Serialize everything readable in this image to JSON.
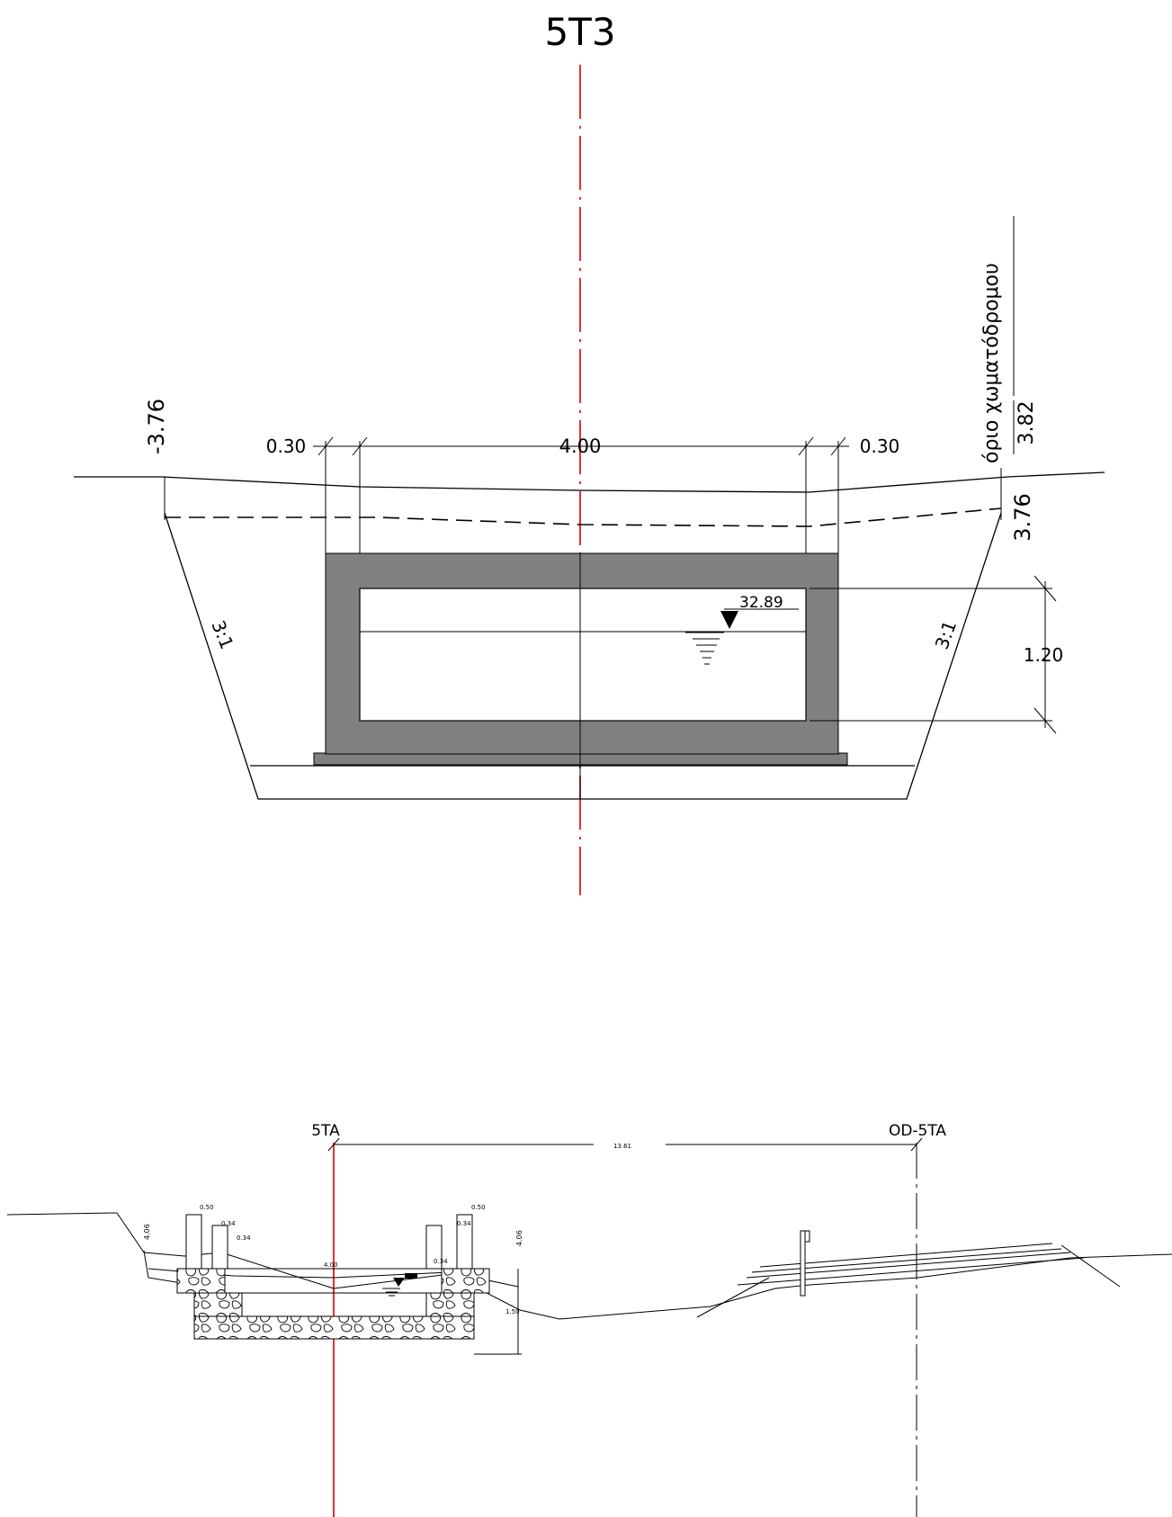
{
  "section_top": {
    "title": "5T3",
    "labels": {
      "left_offset": "-3.76",
      "right_offset_top": "3.82",
      "right_offset_bottom": "3.76",
      "wall_left": "0.30",
      "span": "4.00",
      "wall_right": "0.30",
      "water_level": "32.89",
      "height": "1.20",
      "slope_left": "3:1",
      "slope_right": "3:1",
      "road_limit": "όριο χωματόδρομου"
    }
  },
  "section_bottom": {
    "axis_left": "5TA",
    "axis_right": "OD-5TA",
    "distance": "13.61",
    "labels": {
      "offset_left": "4.06",
      "offset_right": "4.06",
      "dim_a": "0.50",
      "dim_b": "0.34",
      "dim_c": "0.34",
      "dim_d": "0.50",
      "dim_e": "0.34",
      "span": "4.00",
      "height": "1.50",
      "dim_f": "0.34"
    }
  }
}
